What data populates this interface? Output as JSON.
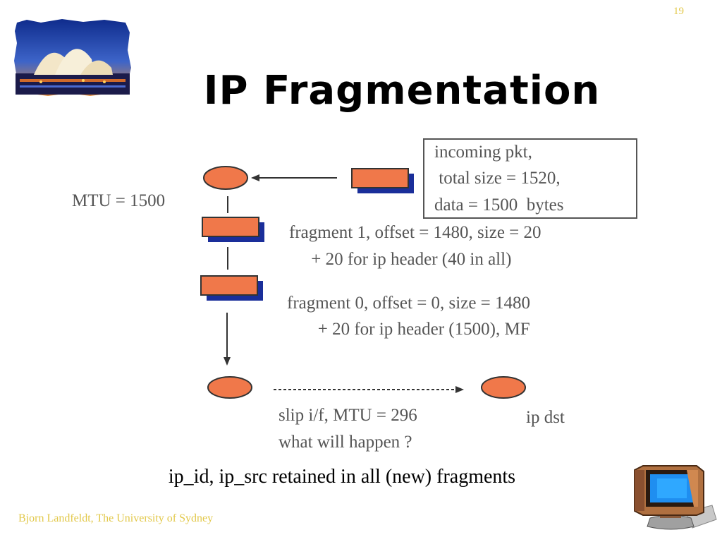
{
  "slide": {
    "number": "19",
    "title": "IP Fragmentation",
    "caption": "ip_id, ip_src retained in all (new) fragments",
    "footer": "Bjorn Landfeldt, The University of Sydney"
  },
  "diagram": {
    "mtu_label": "MTU = 1500",
    "incoming_box": {
      "line1": "incoming pkt,",
      "line2": " total size = 1520,",
      "line3": "data = 1500  bytes"
    },
    "fragment1": {
      "line1": "fragment 1, offset = 1480, size = 20",
      "line2": "     + 20 for ip header (40 in all)"
    },
    "fragment0": {
      "line1": "fragment 0, offset = 0, size = 1480",
      "line2": "       + 20 for ip header (1500), MF"
    },
    "slip_label": {
      "line1": "slip i/f, MTU = 296",
      "line2": "what will happen ?"
    },
    "ip_dst_label": "ip dst"
  },
  "icons": {
    "logo": "sydney-opera-house-logo",
    "computer": "computer-icon"
  },
  "colors": {
    "node_fill": "#f0784a",
    "packet_shadow": "#1a2e9a",
    "footer_text": "#e2c84a"
  }
}
